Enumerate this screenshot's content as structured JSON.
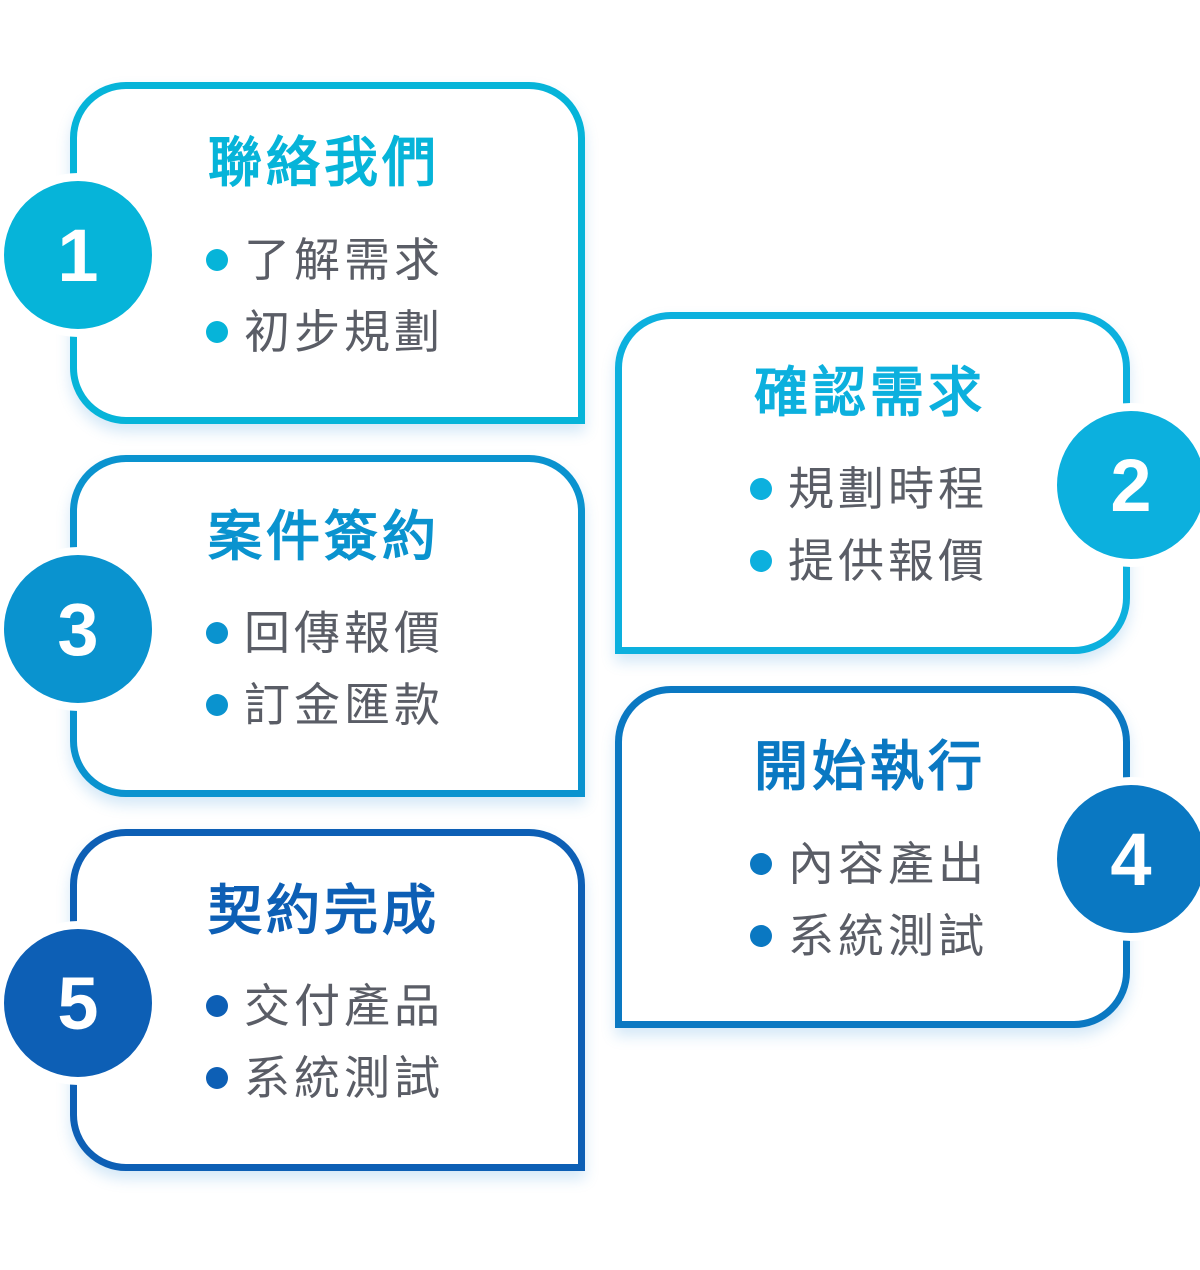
{
  "steps": [
    {
      "number": "1",
      "title": "聯絡我們",
      "items": [
        "了解需求",
        "初步規劃"
      ],
      "color": "#06b4d9"
    },
    {
      "number": "2",
      "title": "確認需求",
      "items": [
        "規劃時程",
        "提供報價"
      ],
      "color": "#0cb0de"
    },
    {
      "number": "3",
      "title": "案件簽約",
      "items": [
        "回傳報價",
        "訂金匯款"
      ],
      "color": "#0a93cf"
    },
    {
      "number": "4",
      "title": "開始執行",
      "items": [
        "內容產出",
        "系統測試"
      ],
      "color": "#0a78c2"
    },
    {
      "number": "5",
      "title": "契約完成",
      "items": [
        "交付產品",
        "系統測試"
      ],
      "color": "#0d5fb5"
    }
  ]
}
